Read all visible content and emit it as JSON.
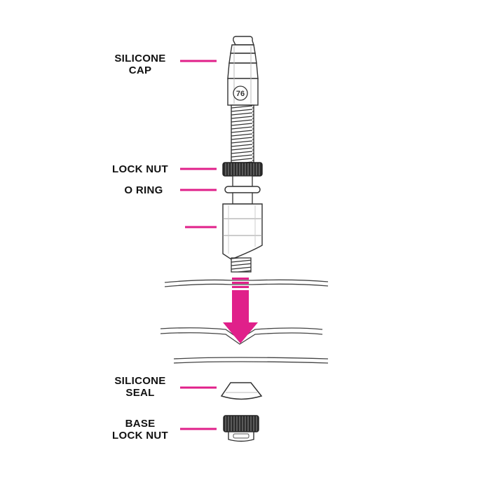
{
  "labels": {
    "silicone_cap": [
      "SILICONE",
      "CAP"
    ],
    "lock_nut": [
      "LOCK NUT"
    ],
    "o_ring": [
      "O RING"
    ],
    "silicone_seal": [
      "SILICONE",
      "SEAL"
    ],
    "base_lock_nut": [
      "BASE",
      "LOCK NUT"
    ]
  },
  "cap_logo_text": "76",
  "colors": {
    "leader": "#e0208a",
    "arrow": "#e0208a",
    "outline": "#333333",
    "background": "#ffffff"
  }
}
